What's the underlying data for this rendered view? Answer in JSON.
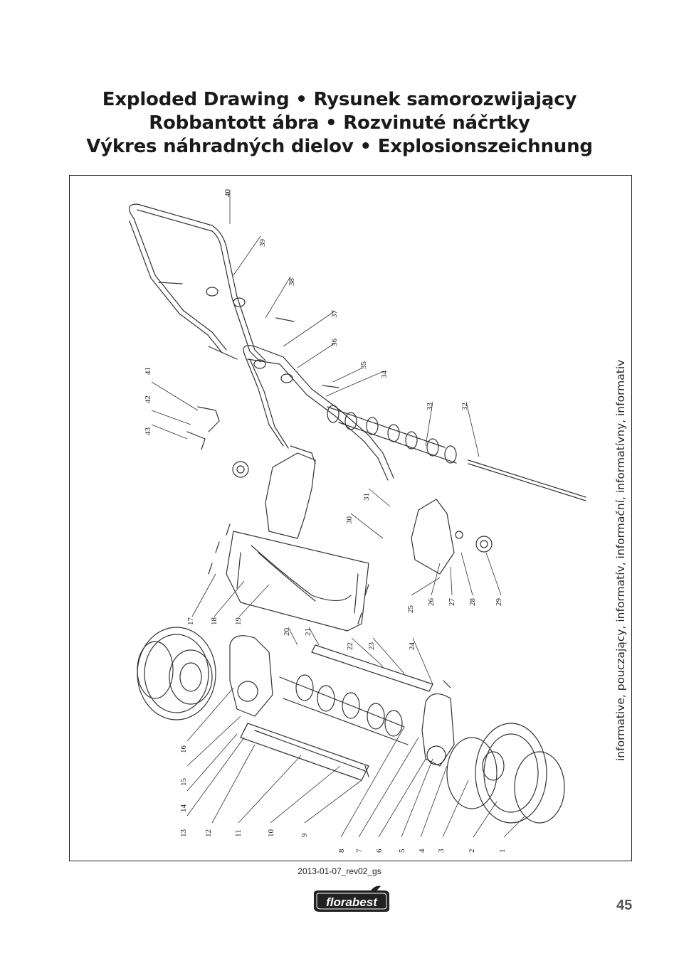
{
  "title": {
    "lines": [
      "Exploded Drawing • Rysunek samorozwijający",
      "Robbantott ábra • Rozvinuté náčrtky",
      "Výkres náhradných dielov • Explosionszeichnung"
    ]
  },
  "side_note": "informative, pouczający, informatív, informační, informatívny, informativ",
  "revision": "2013-01-07_rev02_gs",
  "logo_text": "florabest",
  "page_number": "45",
  "part_numbers": [
    "1",
    "2",
    "3",
    "4",
    "5",
    "6",
    "7",
    "8",
    "9",
    "10",
    "11",
    "12",
    "13",
    "14",
    "15",
    "16",
    "17",
    "18",
    "19",
    "20",
    "21",
    "22",
    "23",
    "24",
    "25",
    "26",
    "27",
    "28",
    "29",
    "30",
    "31",
    "32",
    "33",
    "34",
    "35",
    "36",
    "37",
    "38",
    "39",
    "40",
    "41",
    "42",
    "43"
  ]
}
